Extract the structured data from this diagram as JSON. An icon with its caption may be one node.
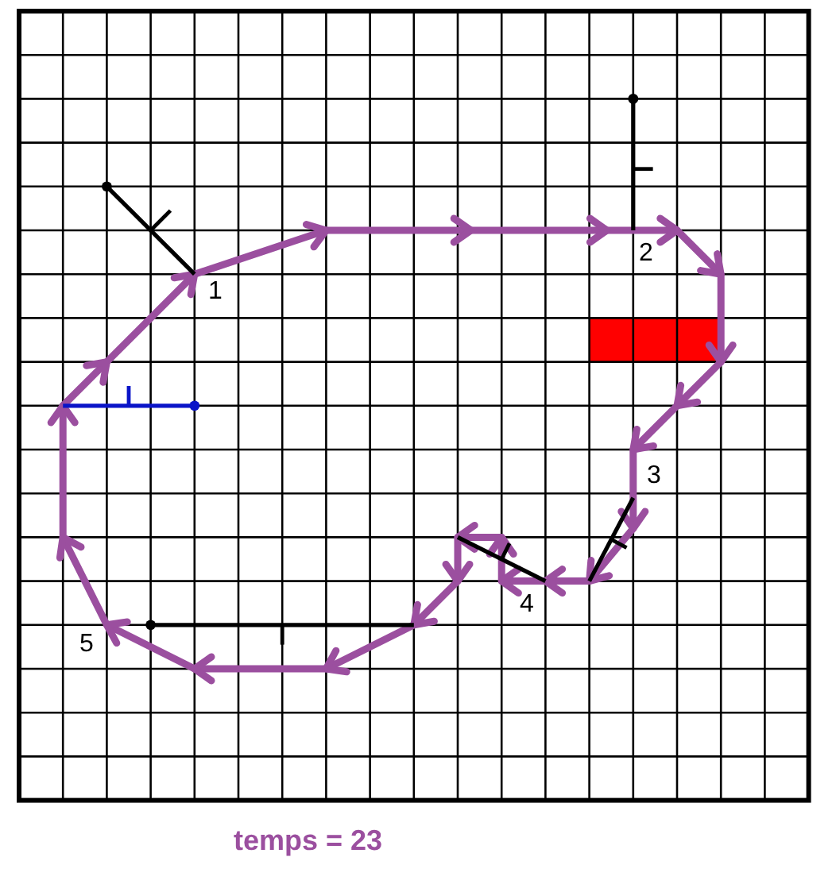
{
  "diagram": {
    "caption": "temps = 23",
    "labels": [
      "1",
      "2",
      "3",
      "4",
      "5"
    ]
  }
}
